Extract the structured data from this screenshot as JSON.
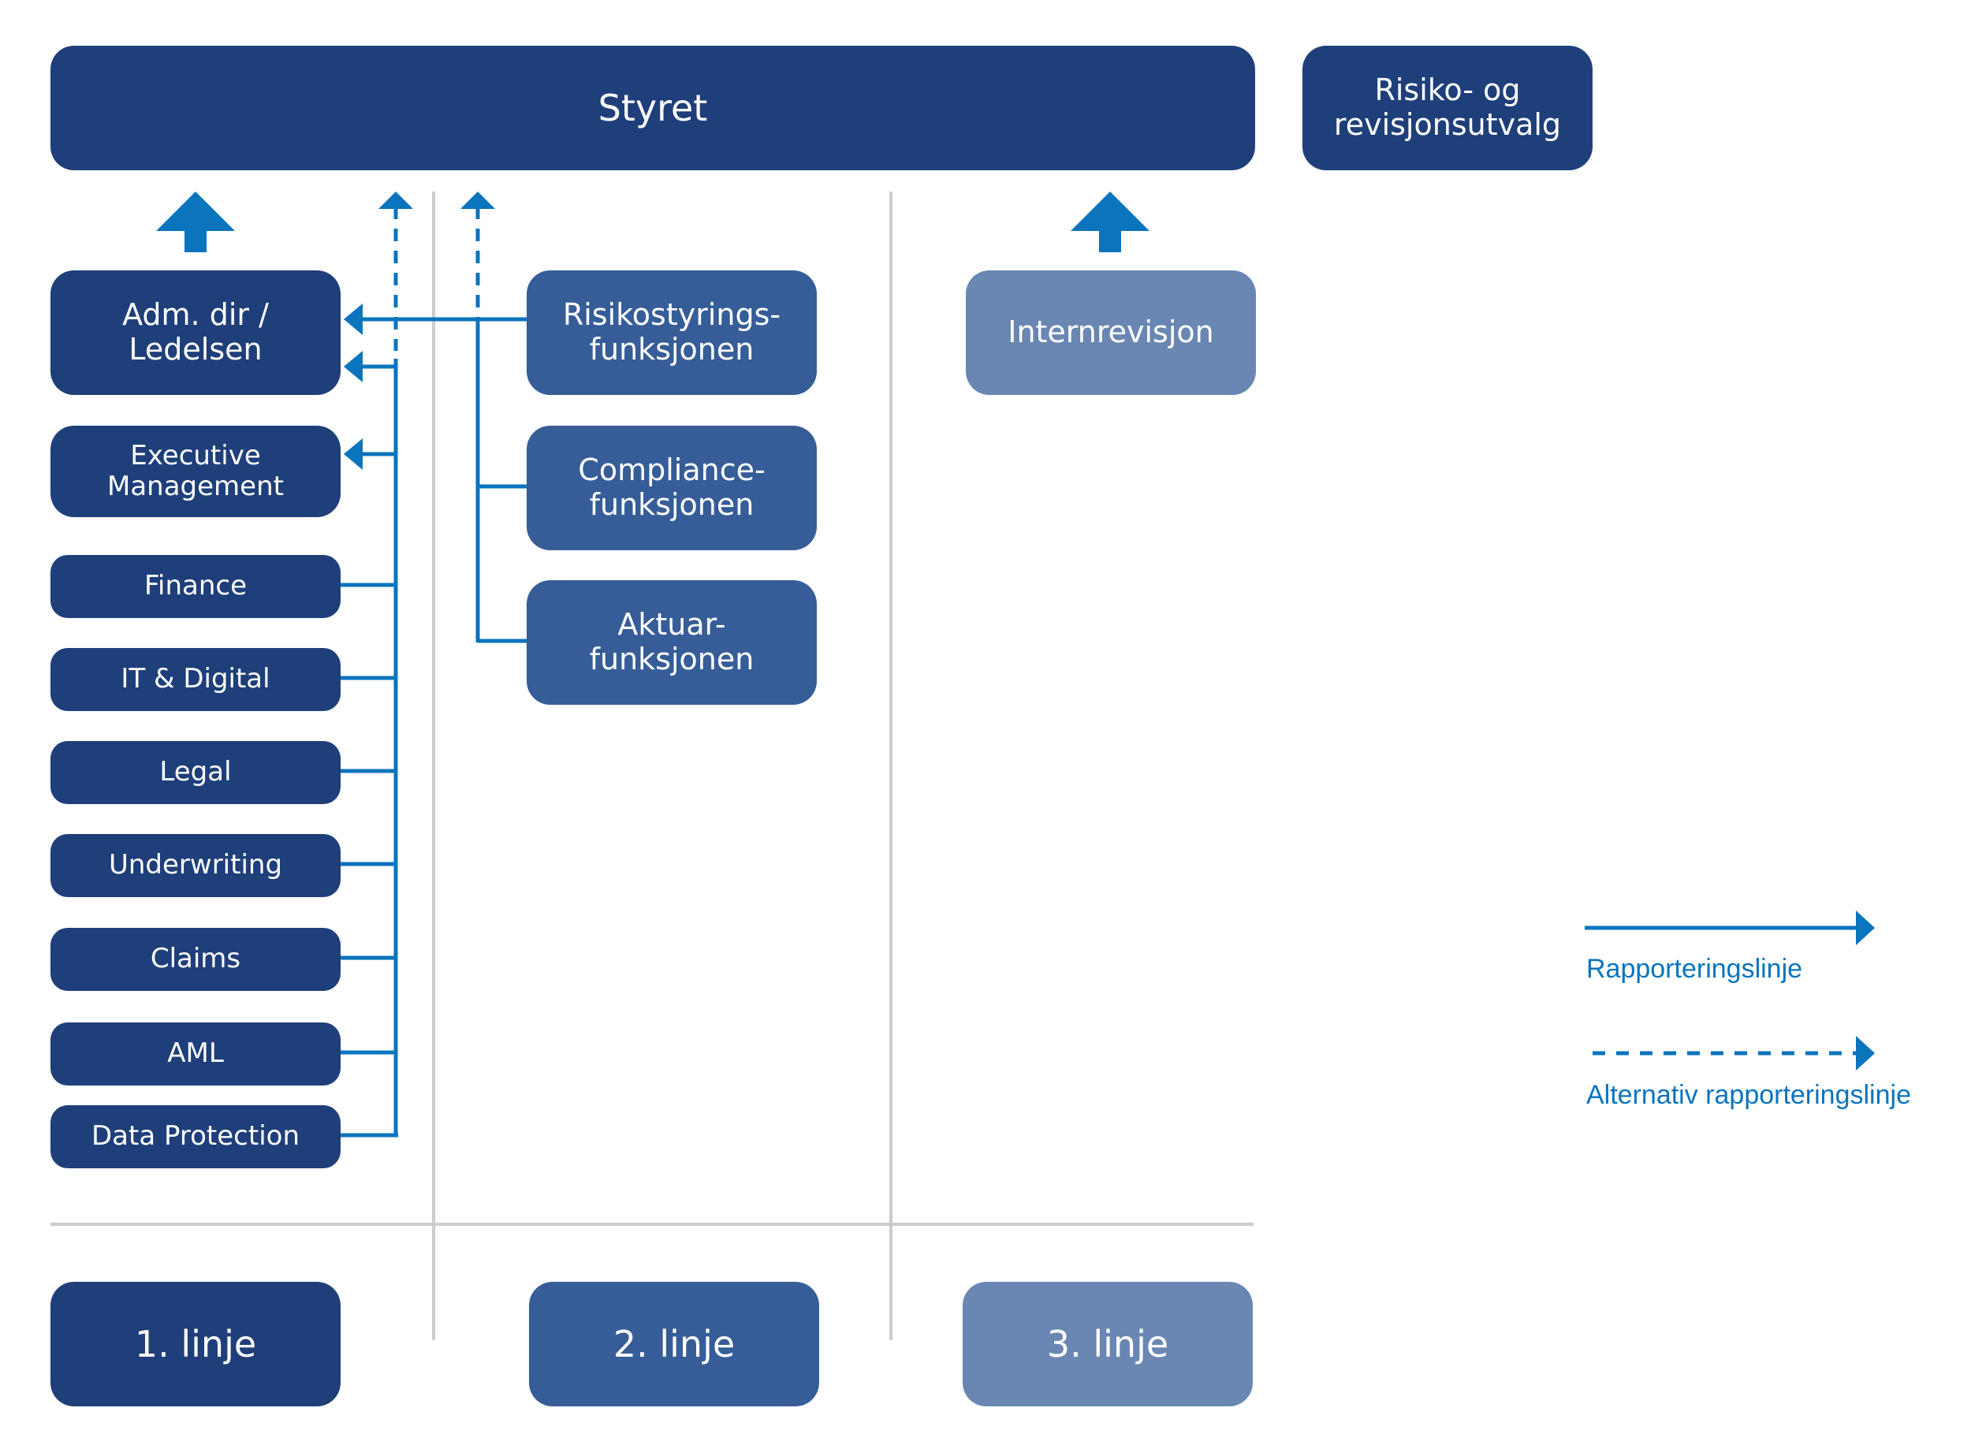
{
  "colors": {
    "line1": "#1f3f7a",
    "line2": "#365d98",
    "line3": "#6a87b3",
    "arrow": "#0a74bd",
    "divider": "#cccccc"
  },
  "board": {
    "label": "Styret"
  },
  "committee": {
    "label": "Risiko- og\nrevisjonsutvalg"
  },
  "first_line": {
    "management": {
      "label": "Adm. dir /\nLedelsen"
    },
    "executive": {
      "label": "Executive\nManagement"
    },
    "units": [
      {
        "label": "Finance"
      },
      {
        "label": "IT & Digital"
      },
      {
        "label": "Legal"
      },
      {
        "label": "Underwriting"
      },
      {
        "label": "Claims"
      },
      {
        "label": "AML"
      },
      {
        "label": "Data Protection"
      }
    ]
  },
  "second_line": {
    "functions": [
      {
        "label": "Risikostyrings-\nfunksjonen"
      },
      {
        "label": "Compliance-\nfunksjonen"
      },
      {
        "label": "Aktuar-\nfunksjonen"
      }
    ]
  },
  "third_line": {
    "function": {
      "label": "Internrevisjon"
    }
  },
  "lines": [
    {
      "label": "1. linje"
    },
    {
      "label": "2. linje"
    },
    {
      "label": "3. linje"
    }
  ],
  "legend": {
    "solid": {
      "label": "Rapporteringslinje"
    },
    "dashed": {
      "label": "Alternativ rapporteringslinje"
    }
  }
}
